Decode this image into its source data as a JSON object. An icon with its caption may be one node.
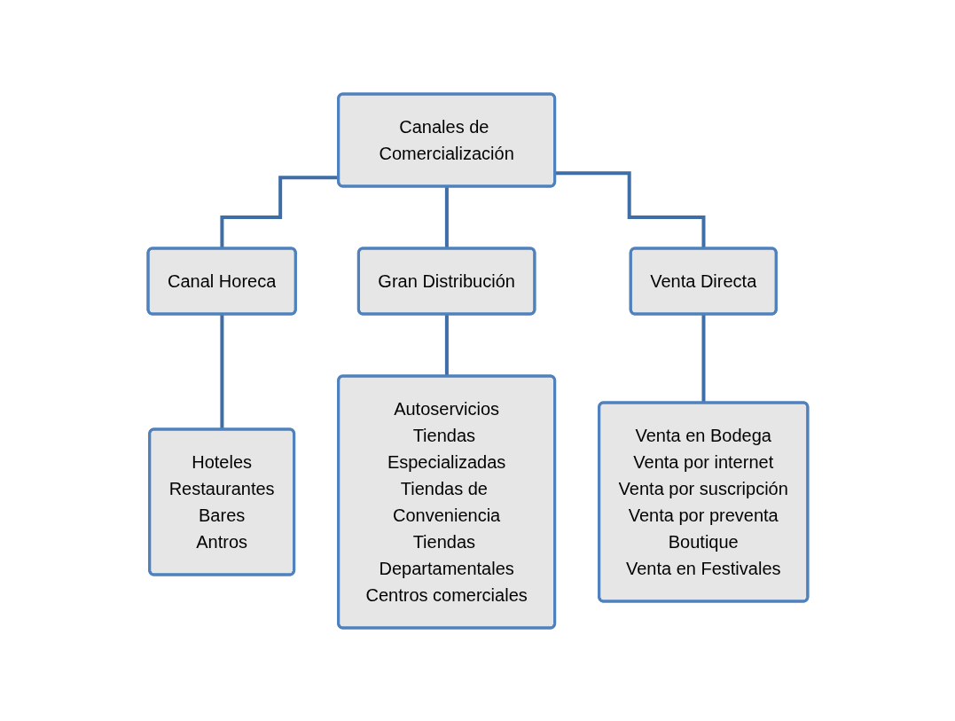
{
  "diagram": {
    "nodes": [
      {
        "text": [
          "Canales de Comercialización"
        ]
      },
      {
        "text": [
          "Canal Horeca"
        ]
      },
      {
        "text": [
          "Gran Distribución"
        ]
      },
      {
        "text": [
          "Venta Directa"
        ]
      },
      {
        "text": [
          "Hoteles",
          "Restaurantes",
          "Bares",
          "Antros"
        ]
      },
      {
        "text": [
          "Autoservicios",
          "Tiendas Especializadas",
          "Tiendas de Conveniencia",
          "Tiendas Departamentales",
          "Centros comerciales"
        ]
      },
      {
        "text": [
          "Venta en Bodega",
          "Venta por internet",
          "Venta por suscripción",
          "Venta por preventa",
          "Boutique",
          "Venta en Festivales"
        ]
      }
    ],
    "edges": [
      {
        "from": 0,
        "to": 1,
        "arrow": "none"
      },
      {
        "from": 0,
        "to": 2,
        "arrow": "none"
      },
      {
        "from": 0,
        "to": 3,
        "arrow": "none"
      },
      {
        "from": 1,
        "to": 4,
        "arrow": "none"
      },
      {
        "from": 2,
        "to": 5,
        "arrow": "none"
      },
      {
        "from": 3,
        "to": 6,
        "arrow": "none"
      }
    ]
  }
}
